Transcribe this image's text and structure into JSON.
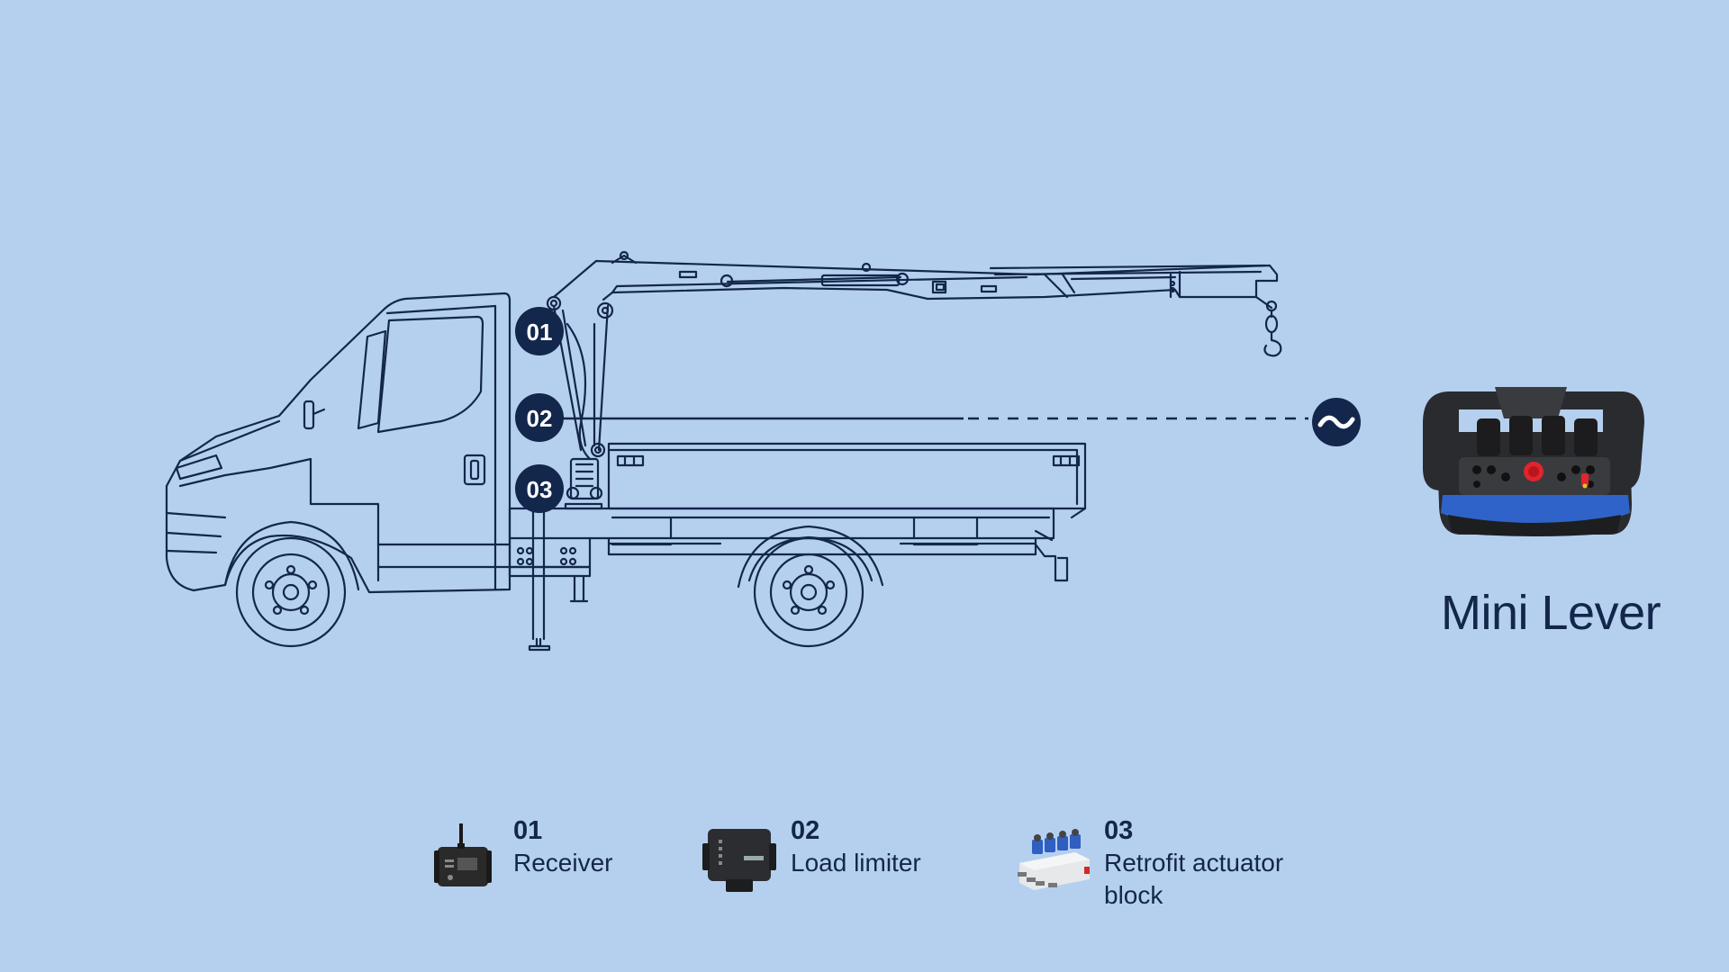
{
  "remote": {
    "name": "Mini Lever"
  },
  "badges": [
    "01",
    "02",
    "03"
  ],
  "components": [
    {
      "number": "01",
      "label": "Receiver"
    },
    {
      "number": "02",
      "label": "Load limiter"
    },
    {
      "number": "03",
      "label": "Retrofit actuator block"
    }
  ],
  "colors": {
    "background": "#b5d0ef",
    "line": "#13264b",
    "accent_blue": "#2f63c9",
    "stop_red": "#e0252b"
  }
}
